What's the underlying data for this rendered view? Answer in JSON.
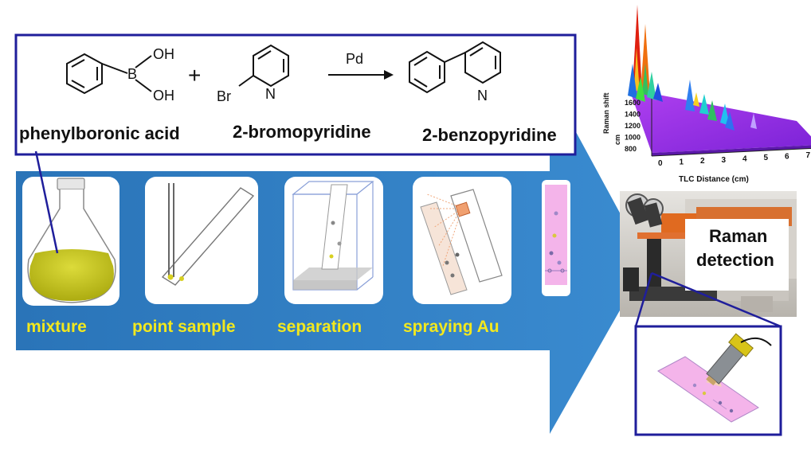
{
  "reaction": {
    "reagent1_oh_top": "OH",
    "reagent1_boron": "B",
    "reagent1_oh_bottom": "OH",
    "plus": "+",
    "reagent2_br": "Br",
    "reagent2_n": "N",
    "catalyst": "Pd",
    "product_n": "N",
    "names": [
      "phenylboronic acid",
      "2-bromopyridine",
      "2-benzopyridine"
    ]
  },
  "steps": [
    {
      "label": "mixture"
    },
    {
      "label": "point sample"
    },
    {
      "label": "separation"
    },
    {
      "label": "spraying Au"
    }
  ],
  "detection": {
    "line1": "Raman",
    "line2": "detection"
  },
  "raman_plot": {
    "x_label": "TLC Distance (cm)",
    "y_label_1": "Raman shift",
    "y_label_2": "cm",
    "x_ticks": [
      "0",
      "1",
      "2",
      "3",
      "4",
      "5",
      "6",
      "7"
    ],
    "y_ticks": [
      "1600",
      "1400",
      "1200",
      "1000",
      "800"
    ]
  },
  "colors": {
    "arrow_blue": "#2f7fc1",
    "frame_navy": "#1f1e9b",
    "label_yellow": "#f2e81e",
    "flask_liquid": "#c6c41a",
    "strip_pink": "#f4b4ea",
    "surface_purple": "#9a2fe0"
  }
}
